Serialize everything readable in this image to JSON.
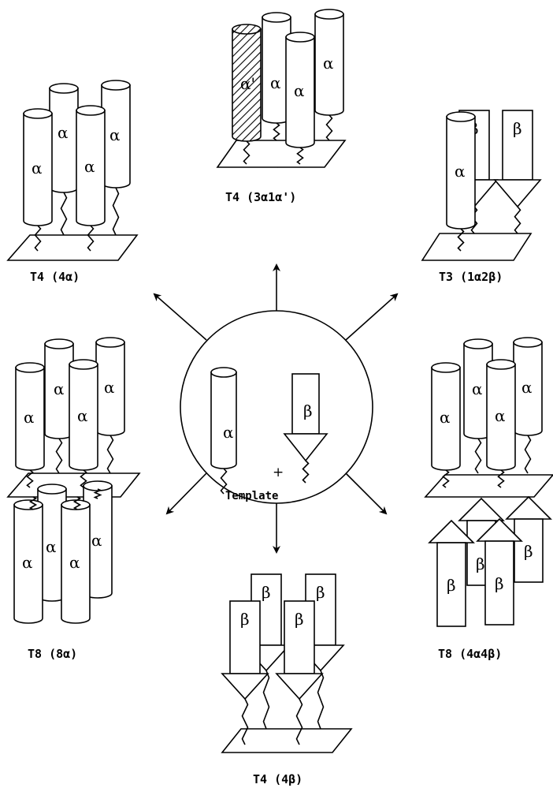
{
  "center": {
    "alpha": "α",
    "beta": "β",
    "plus": "+",
    "template_label": "Template"
  },
  "labels": {
    "t4_3a1a": "T4 (3α1α')",
    "t4_4a": "T4 (4α)",
    "t3_1a2b": "T3 (1α2β)",
    "t8_8a": "T8 (8α)",
    "t8_4a4b": "T8 (4α4β)",
    "t4_4b": "T4 (4β)"
  },
  "glyphs": {
    "alpha": "α",
    "alpha_prime": "α'",
    "beta": "β"
  }
}
